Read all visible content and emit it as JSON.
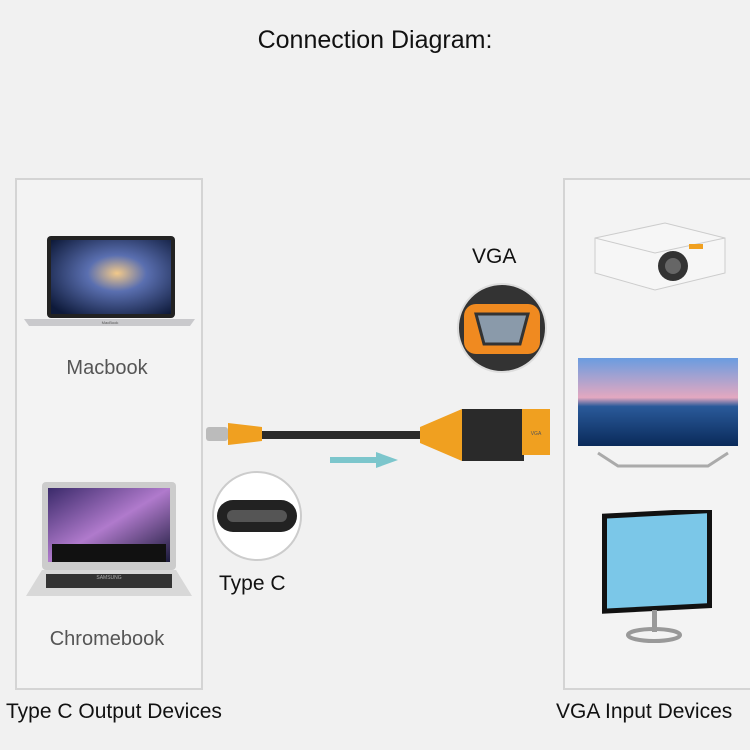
{
  "title": "Connection Diagram:",
  "left_panel": {
    "devices": [
      {
        "label": "Macbook",
        "logo_text": "MacBook"
      },
      {
        "label": "Chromebook",
        "logo_text": "SAMSUNG"
      }
    ],
    "caption": "Type C Output Devices"
  },
  "right_panel": {
    "devices": [
      "projector",
      "tv",
      "monitor"
    ],
    "caption": "VGA Input Devices"
  },
  "cable": {
    "vga_label": "VGA",
    "typec_label": "Type C",
    "adapter_logo": "VGA",
    "colors": {
      "accent": "#f0a020",
      "body": "#2a2a2a",
      "arrow": "#7cc6cc"
    }
  }
}
